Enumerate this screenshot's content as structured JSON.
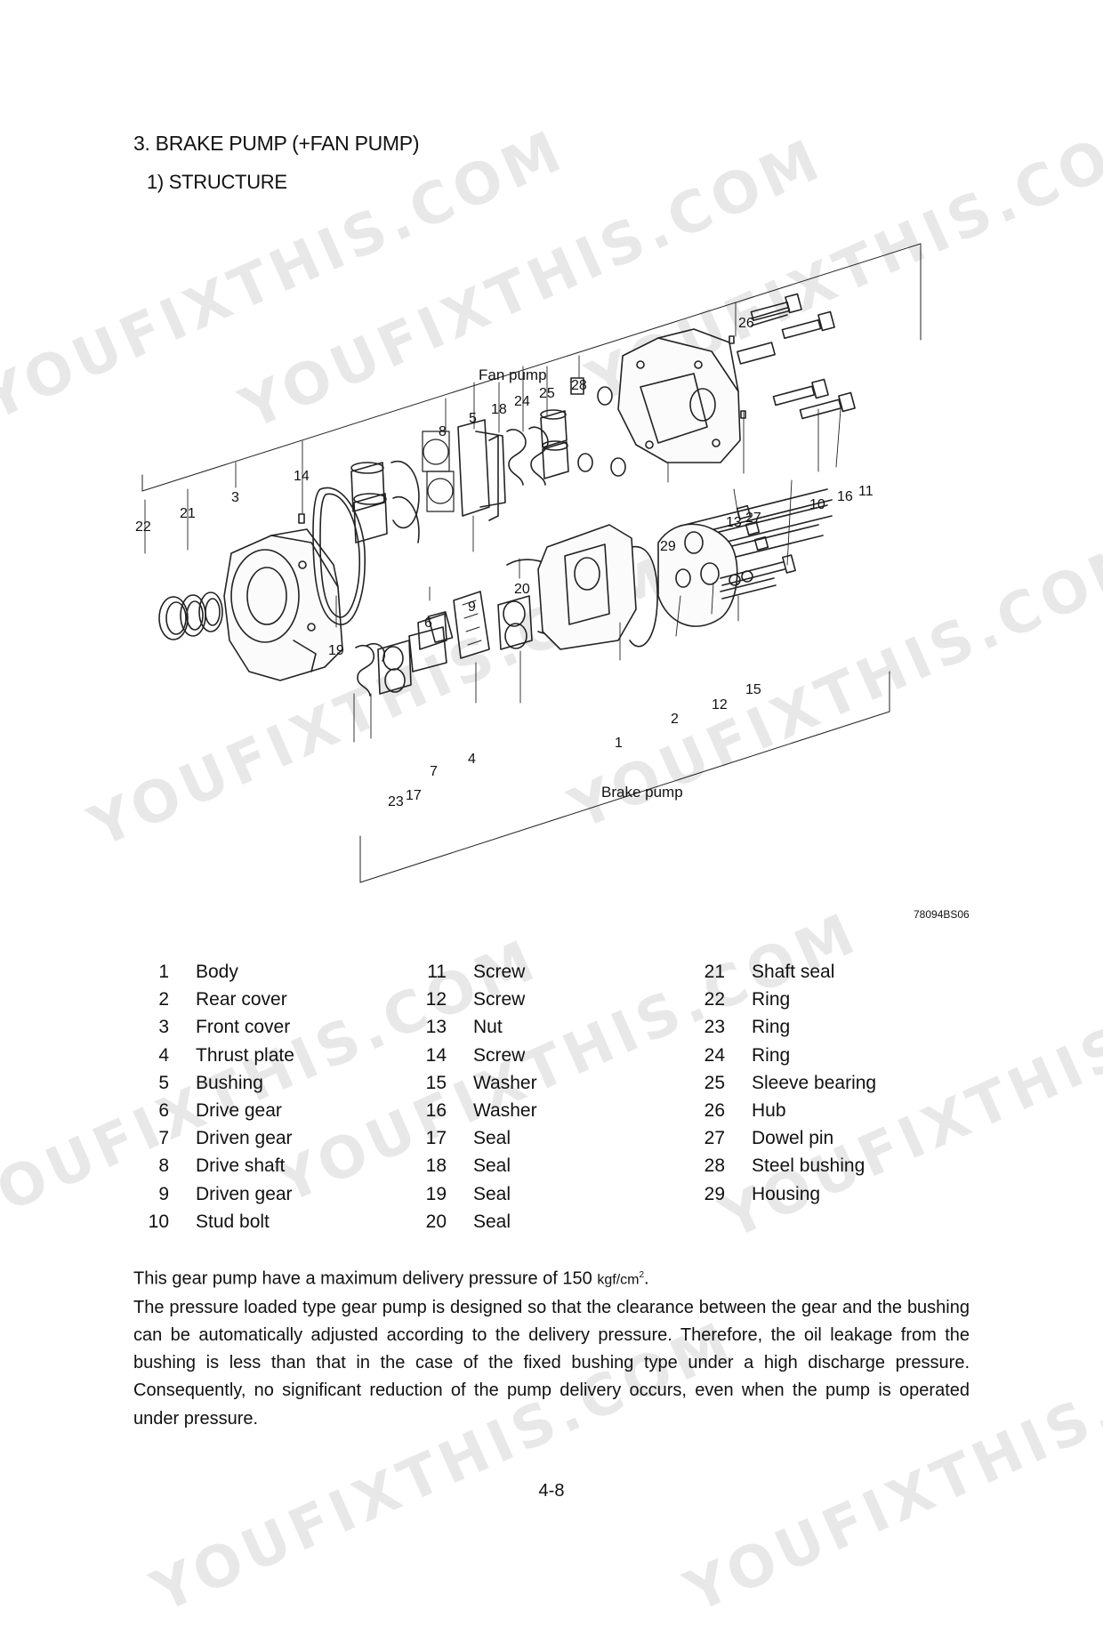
{
  "heading": {
    "main": "3. BRAKE PUMP",
    "sub": "(+FAN PUMP)"
  },
  "subheading": "1) STRUCTURE",
  "figure": {
    "code": "78094BS06",
    "group_labels": {
      "fan_pump": "Fan pump",
      "brake_pump": "Brake pump"
    },
    "callouts": [
      "26",
      "28",
      "25",
      "24",
      "18",
      "5",
      "8",
      "14",
      "3",
      "21",
      "22",
      "19",
      "9",
      "20",
      "6",
      "10",
      "16",
      "11",
      "13",
      "27",
      "29",
      "15",
      "12",
      "2",
      "1",
      "4",
      "7",
      "23",
      "17"
    ]
  },
  "parts": [
    {
      "num": "1",
      "name": "Body"
    },
    {
      "num": "2",
      "name": "Rear cover"
    },
    {
      "num": "3",
      "name": "Front cover"
    },
    {
      "num": "4",
      "name": "Thrust plate"
    },
    {
      "num": "5",
      "name": "Bushing"
    },
    {
      "num": "6",
      "name": "Drive gear"
    },
    {
      "num": "7",
      "name": "Driven gear"
    },
    {
      "num": "8",
      "name": "Drive shaft"
    },
    {
      "num": "9",
      "name": "Driven gear"
    },
    {
      "num": "10",
      "name": "Stud bolt"
    },
    {
      "num": "11",
      "name": "Screw"
    },
    {
      "num": "12",
      "name": "Screw"
    },
    {
      "num": "13",
      "name": "Nut"
    },
    {
      "num": "14",
      "name": "Screw"
    },
    {
      "num": "15",
      "name": "Washer"
    },
    {
      "num": "16",
      "name": "Washer"
    },
    {
      "num": "17",
      "name": "Seal"
    },
    {
      "num": "18",
      "name": "Seal"
    },
    {
      "num": "19",
      "name": "Seal"
    },
    {
      "num": "20",
      "name": "Seal"
    },
    {
      "num": "21",
      "name": "Shaft seal"
    },
    {
      "num": "22",
      "name": "Ring"
    },
    {
      "num": "23",
      "name": "Ring"
    },
    {
      "num": "24",
      "name": "Ring"
    },
    {
      "num": "25",
      "name": "Sleeve bearing"
    },
    {
      "num": "26",
      "name": "Hub"
    },
    {
      "num": "27",
      "name": "Dowel pin"
    },
    {
      "num": "28",
      "name": "Steel bushing"
    },
    {
      "num": "29",
      "name": "Housing"
    }
  ],
  "description": {
    "line1_text": "This gear pump have a maximum delivery pressure of 150 ",
    "line1_unit": "kgf/cm",
    "line1_sup": "2",
    "line1_end": ".",
    "paragraph": "The pressure loaded type gear pump is designed so that the clearance between the gear and the bushing can be automatically adjusted according to the delivery pressure.  Therefore, the oil leakage from the bushing is less than that in the case of the fixed bushing type under a high discharge pressure. Consequently, no significant reduction of the pump delivery occurs, even when the pump is operated under pressure."
  },
  "page_number": "4-8",
  "watermark": "YOUFIXTHIS.COM"
}
